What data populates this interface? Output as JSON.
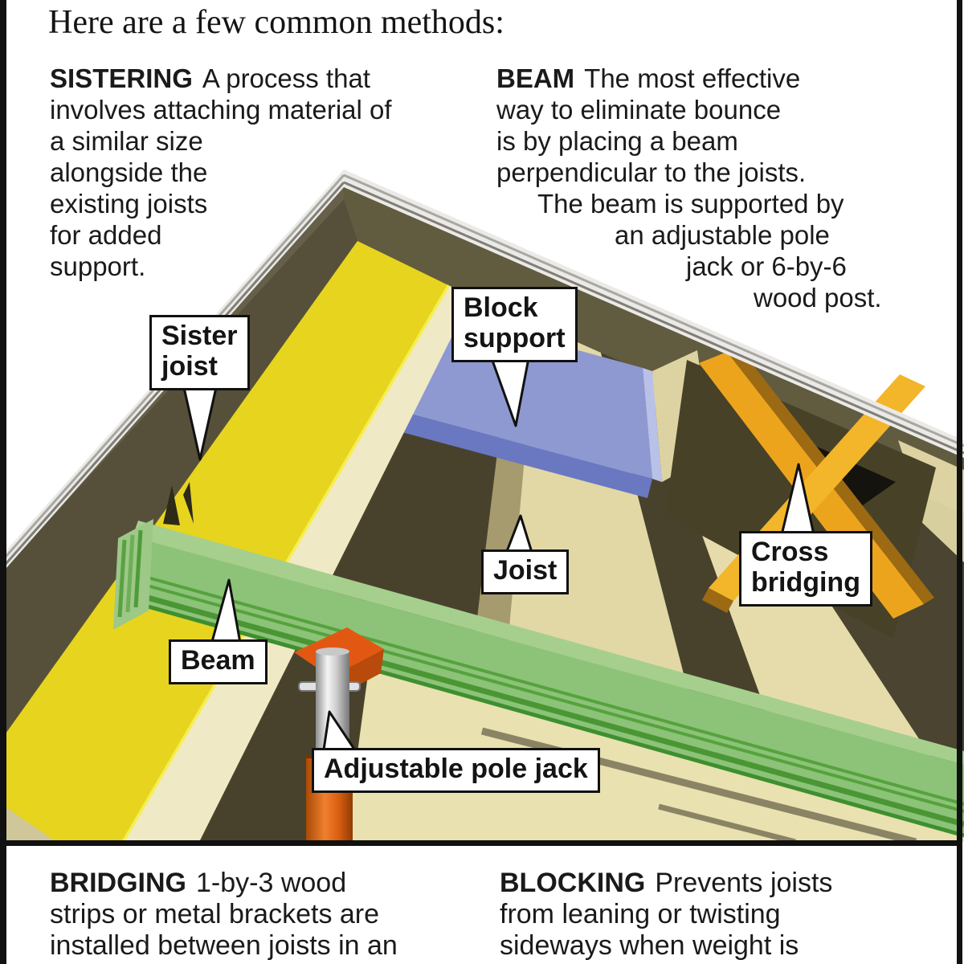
{
  "page": {
    "intro_heading": "Here are a few common methods:"
  },
  "sections": {
    "sistering": {
      "keyword": "SISTERING",
      "lines": [
        "A process that",
        "involves attaching material of",
        "a similar size",
        "alongside the",
        "existing joists",
        "for added",
        "support."
      ]
    },
    "beam": {
      "keyword": "BEAM",
      "lines": [
        "The most effective",
        "way to eliminate bounce",
        "is by placing a beam",
        "perpendicular to the joists.",
        "The beam is supported by",
        "an adjustable pole",
        "jack or 6-by-6",
        "wood post."
      ]
    },
    "bridging": {
      "keyword": "BRIDGING",
      "lines": [
        "1-by-3 wood",
        "strips or metal brackets are",
        "installed between joists in an"
      ]
    },
    "blocking": {
      "keyword": "BLOCKING",
      "lines": [
        "Prevents joists",
        "from leaning or twisting",
        "sideways when weight is"
      ]
    }
  },
  "diagram": {
    "callouts": {
      "sister_joist": {
        "line1": "Sister",
        "line2": "joist"
      },
      "block_support": {
        "line1": "Block",
        "line2": "support"
      },
      "joist": {
        "line1": "Joist"
      },
      "cross_bridging": {
        "line1": "Cross",
        "line2": "bridging"
      },
      "beam": {
        "line1": "Beam"
      },
      "adjustable_pole_jack": {
        "line1": "Adjustable pole jack"
      }
    },
    "colors": {
      "sister_joist_yellow": "#e7d41f",
      "joist_tan": "#e9e0ae",
      "block_support_blue": "#8e99d1",
      "cross_bridging_orange": "#eda41d",
      "beam_green": "#8cc378",
      "pole_jack_orange": "#e06a14",
      "pole_jack_silver": "#d9d9d9",
      "structure_olive": "#6b6548"
    }
  }
}
